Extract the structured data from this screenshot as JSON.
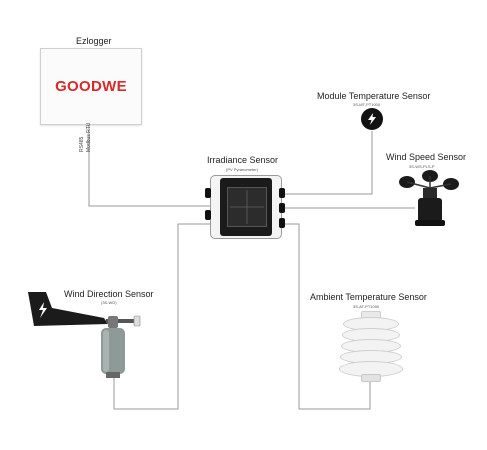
{
  "ezlogger": {
    "title": "Ezlogger",
    "brand": "GOODWE",
    "brand_color": "#d82a2a",
    "port_labels": [
      "RS485",
      "Modbus RTU"
    ]
  },
  "irradiance_sensor": {
    "title": "Irradiance Sensor",
    "subtitle": "(PV Pyranometer)"
  },
  "module_temperature_sensor": {
    "title": "Module Temperature Sensor",
    "model": "3S-MT-PT1000",
    "icon": "lightning-icon"
  },
  "wind_speed_sensor": {
    "title": "Wind Speed Sensor",
    "model": "3S-WS-PLS-P"
  },
  "wind_direction_sensor": {
    "title": "Wind Direction Sensor",
    "model": "(3S-WD)",
    "icon": "lightning-icon"
  },
  "ambient_temperature_sensor": {
    "title": "Ambient Temperature Sensor",
    "model": "3S-AT-PT1000"
  },
  "colors": {
    "wire": "#9a9a9a",
    "device_dark": "#1b1b1b",
    "brand": "#d82a2a"
  }
}
